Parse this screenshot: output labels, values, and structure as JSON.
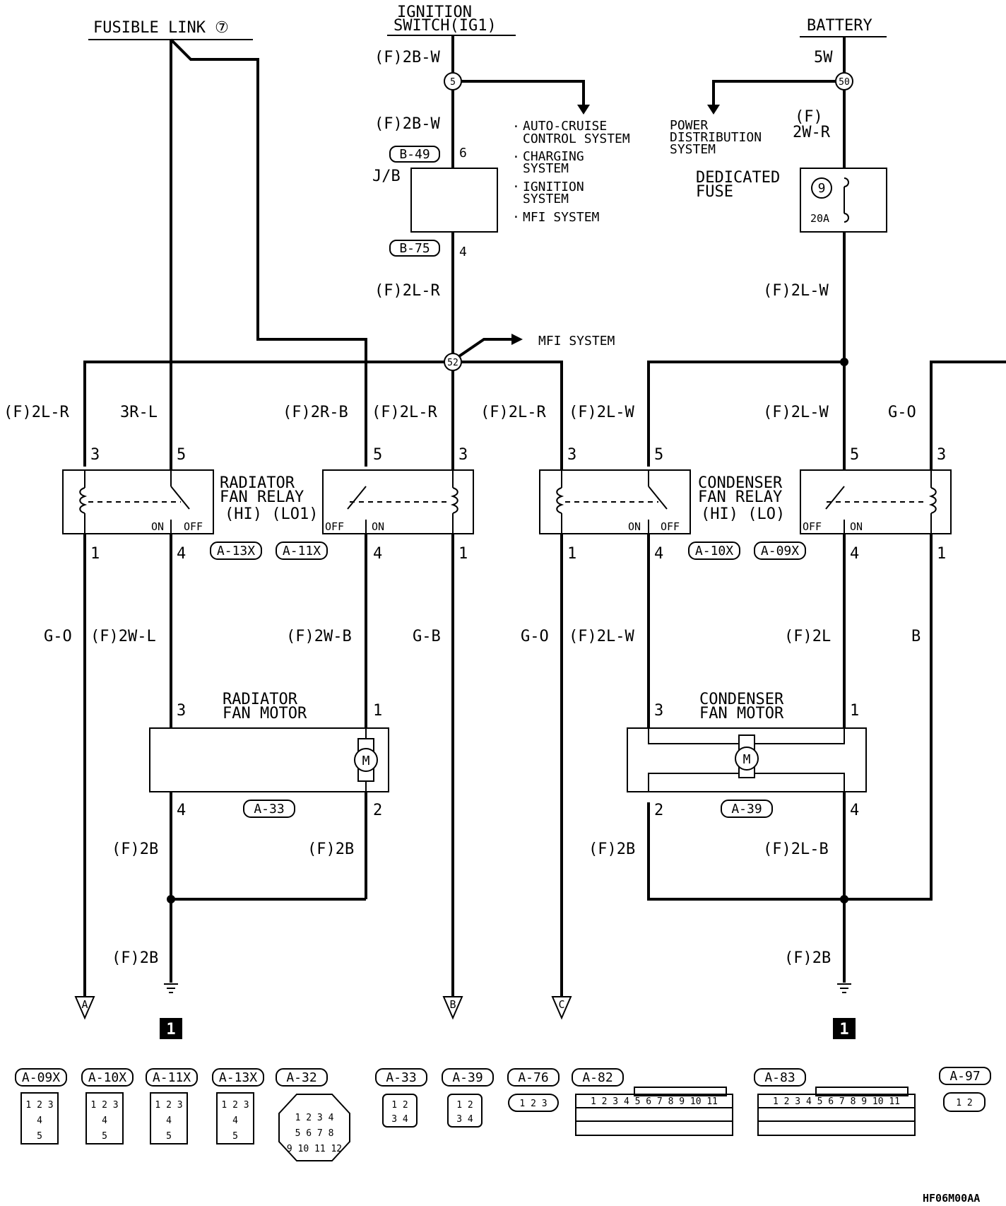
{
  "sources": {
    "fusible_link": "FUSIBLE LINK ⑦",
    "ignition_line1": "IGNITION",
    "ignition_line2": "SWITCH(IG1)",
    "battery": "BATTERY"
  },
  "wires": {
    "ig_2bw_a": "(F)2B-W",
    "ig_2bw_b": "(F)2B-W",
    "ig_2lr": "(F)2L-R",
    "bat_5w": "5W",
    "bat_f": "(F)",
    "bat_2wr": "2W-R",
    "bat_2lw": "(F)2L-W",
    "w1": "(F)2L-R",
    "w2": "3R-L",
    "w3": "(F)2R-B",
    "w4": "(F)2L-R",
    "w5": "(F)2L-R",
    "w6": "(F)2L-W",
    "w7": "(F)2L-W",
    "w8": "G-O",
    "b1": "G-O",
    "b2": "(F)2W-L",
    "b3": "(F)2W-B",
    "b4": "G-B",
    "b5": "G-O",
    "b6": "(F)2L-W",
    "b7": "(F)2L",
    "b8": "B",
    "g1": "(F)2B",
    "g2": "(F)2B",
    "g3": "(F)2B",
    "g4": "(F)2L-B",
    "g5": "(F)2B",
    "g6": "(F)2B"
  },
  "junctions": {
    "j5": "5",
    "j50": "50",
    "j52": "52"
  },
  "systems": {
    "auto_cruise_1": "AUTO-CRUISE",
    "auto_cruise_2": "CONTROL SYSTEM",
    "charging_1": "CHARGING",
    "charging_2": "SYSTEM",
    "ignition_1": "IGNITION",
    "ignition_2": "SYSTEM",
    "mfi": "MFI SYSTEM",
    "mfi_branch": "MFI SYSTEM",
    "power_1": "POWER",
    "power_2": "DISTRIBUTION",
    "power_3": "SYSTEM",
    "bullet": "·"
  },
  "jb": {
    "label": "J/B",
    "conn_top": "B-49",
    "pin_top": "6",
    "conn_bot": "B-75",
    "pin_bot": "4"
  },
  "fuse": {
    "label_1": "DEDICATED",
    "label_2": "FUSE",
    "number": "9",
    "rating": "20A"
  },
  "relays": {
    "radiator_1": "RADIATOR",
    "radiator_2": "FAN RELAY",
    "radiator_3": "(HI) (LO1)",
    "condenser_1": "CONDENSER",
    "condenser_2": "FAN RELAY",
    "condenser_3": "(HI)  (LO)",
    "on": "ON",
    "off": "OFF"
  },
  "motors": {
    "radiator_1": "RADIATOR",
    "radiator_2": "FAN MOTOR",
    "condenser_1": "CONDENSER",
    "condenser_2": "FAN MOTOR",
    "symbol": "M"
  },
  "pins": {
    "p3": "3",
    "p5": "5",
    "p1": "1",
    "p4": "4",
    "p2": "2"
  },
  "connectors": {
    "a13x": "A-13X",
    "a11x": "A-11X",
    "a10x": "A-10X",
    "a09x": "A-09X",
    "a33": "A-33",
    "a39": "A-39"
  },
  "terminals": {
    "a": "A",
    "b": "B",
    "c": "C",
    "ground": "1"
  },
  "legend": {
    "c1": "A-09X",
    "c2": "A-10X",
    "c3": "A-11X",
    "c4": "A-13X",
    "c5": "A-32",
    "c6": "A-33",
    "c7": "A-39",
    "c8": "A-76",
    "c9": "A-82",
    "c10": "A-83",
    "c11": "A-97",
    "pin_1": "1",
    "pin_2": "2",
    "pin_3": "3",
    "pin_4": "4",
    "pin_5": "5",
    "pin_6": "6",
    "pin_7": "7",
    "pin_8": "8",
    "pin_9": "9",
    "pin_10": "10",
    "pin_11": "11",
    "pin_12": "12",
    "a97_pins": "1 2"
  },
  "figure_code": "HF06M00AA"
}
